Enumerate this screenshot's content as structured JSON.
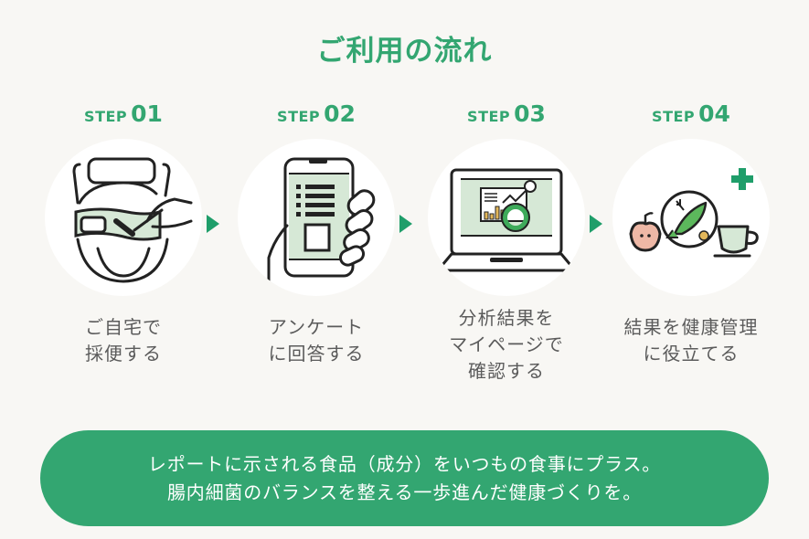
{
  "title": "ご利用の流れ",
  "colors": {
    "accent": "#33a671",
    "arrow": "#1f9e6a",
    "background": "#f8f7f4",
    "text": "#5b5b5b",
    "illustration_fill": "#d6e8d6"
  },
  "steps": [
    {
      "word": "STEP",
      "num": "01",
      "icon": "toilet-sampling-icon",
      "lines": [
        "ご自宅で",
        "採便する"
      ]
    },
    {
      "word": "STEP",
      "num": "02",
      "icon": "smartphone-survey-icon",
      "lines": [
        "アンケート",
        "に回答する"
      ]
    },
    {
      "word": "STEP",
      "num": "03",
      "icon": "laptop-report-icon",
      "lines": [
        "分析結果を",
        "マイページで",
        "確認する"
      ]
    },
    {
      "word": "STEP",
      "num": "04",
      "icon": "healthy-food-icon",
      "lines": [
        "結果を健康管理",
        "に役立てる"
      ]
    }
  ],
  "arrows": [
    "arrow-right-icon",
    "arrow-right-icon",
    "arrow-right-icon"
  ],
  "banner": {
    "line1": "レポートに示される食品（成分）をいつもの食事にプラス。",
    "line2": "腸内細菌のバランスを整える一歩進んだ健康づくりを。"
  }
}
